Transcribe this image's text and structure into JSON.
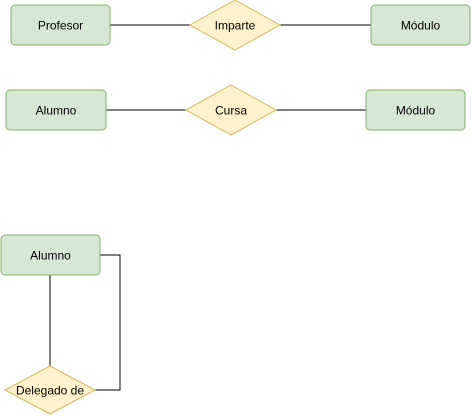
{
  "colors": {
    "entity_fill": "#d5e8d4",
    "entity_stroke": "#82b366",
    "relation_fill": "#fff2cc",
    "relation_stroke": "#d6b656",
    "edge": "#000000"
  },
  "diagram": {
    "row1": {
      "entity_left": "Profesor",
      "relation": "Imparte",
      "entity_right": "Módulo"
    },
    "row2": {
      "entity_left": "Alumno",
      "relation": "Cursa",
      "entity_right": "Módulo"
    },
    "row3": {
      "entity": "Alumno",
      "relation": "Delegado de"
    }
  }
}
